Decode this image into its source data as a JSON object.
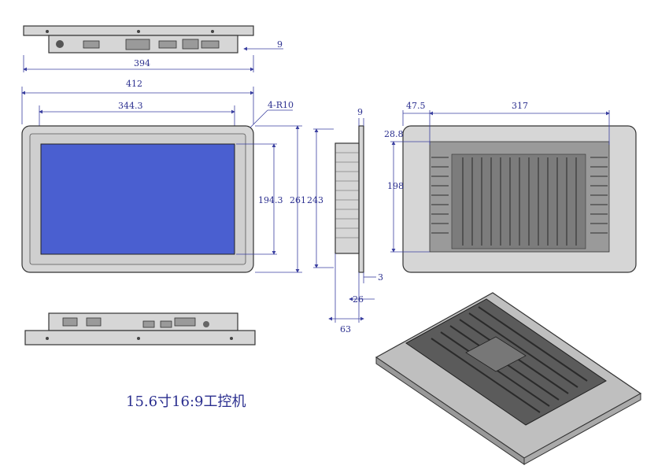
{
  "caption": "15.6寸16:9工控机",
  "dimensions": {
    "top_width": "394",
    "top_depth": "9",
    "front_width": "412",
    "screen_width": "344.3",
    "corner_radius": "4-R10",
    "screen_height": "194.3",
    "front_height": "261",
    "side_height": "243",
    "side_top": "9",
    "side_bezel": "3",
    "side_body": "26",
    "side_total": "63",
    "rear_offset_x": "47.5",
    "rear_mount_width": "317",
    "rear_offset_y": "28.8",
    "rear_mount_height": "198"
  },
  "colors": {
    "screen": "#4a5fd0",
    "dimension": "#2b2f8f",
    "body": "#d6d6d6",
    "outline": "#333333"
  }
}
